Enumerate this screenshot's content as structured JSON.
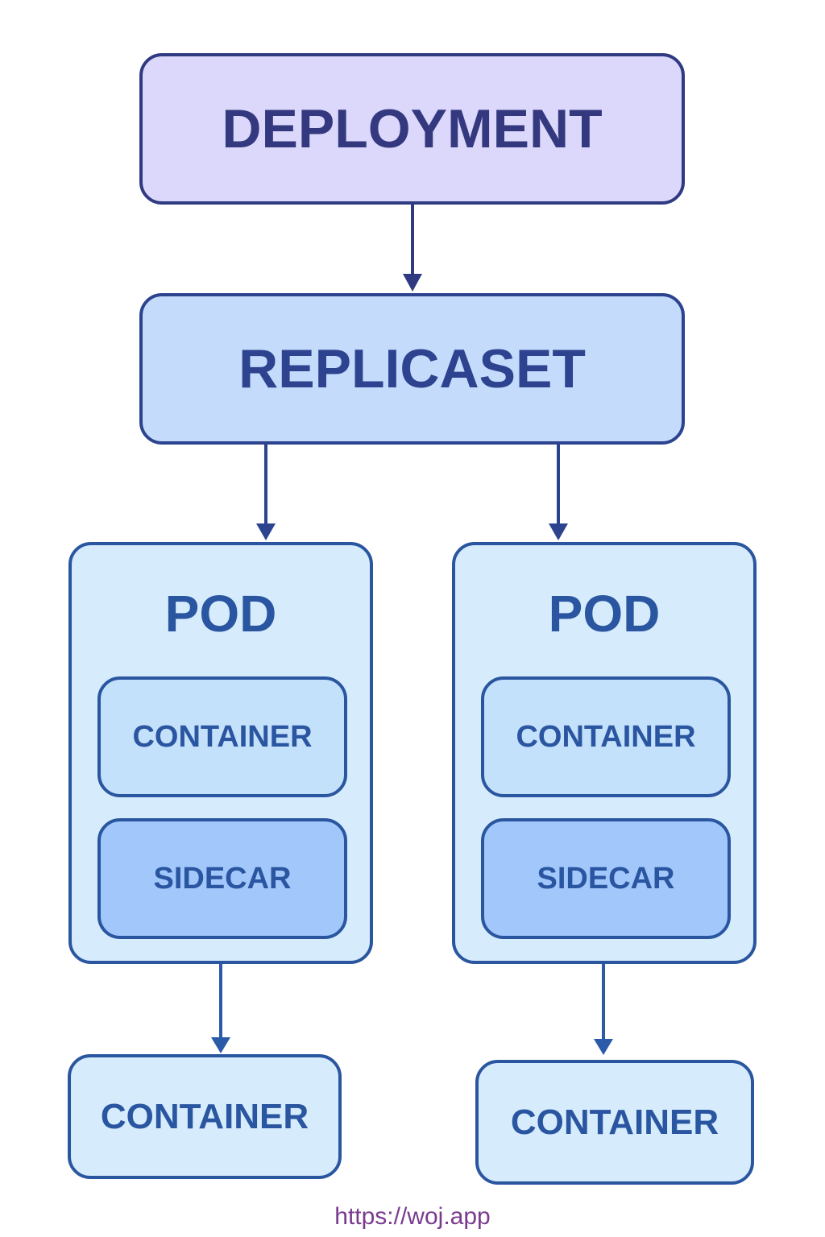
{
  "diagram": {
    "title": "Kubernetes Deployment Hierarchy",
    "nodes": {
      "deployment": {
        "label": "DEPLOYMENT"
      },
      "replicaset": {
        "label": "REPLICASET"
      },
      "pods": [
        {
          "label": "POD",
          "container_label": "CONTAINER",
          "sidecar_label": "SIDECAR",
          "child_container_label": "CONTAINER"
        },
        {
          "label": "POD",
          "container_label": "CONTAINER",
          "sidecar_label": "SIDECAR",
          "child_container_label": "CONTAINER"
        }
      ]
    },
    "edges": [
      {
        "from": "DEPLOYMENT",
        "to": "REPLICASET"
      },
      {
        "from": "REPLICASET",
        "to": "POD (left)"
      },
      {
        "from": "REPLICASET",
        "to": "POD (right)"
      },
      {
        "from": "POD (left)",
        "to": "CONTAINER (left)"
      },
      {
        "from": "POD (right)",
        "to": "CONTAINER (right)"
      }
    ],
    "colors": {
      "deployment_fill": "#dcd8fb",
      "deployment_stroke": "#2f3a80",
      "replicaset_fill": "#c4dbfb",
      "pod_fill": "#d6ecfc",
      "container_fill": "#c4e1fb",
      "sidecar_fill": "#a2c7fb",
      "stroke_blue": "#2a56a0",
      "footer_text": "#7a3b8f"
    }
  },
  "footer": {
    "url": "https://woj.app"
  }
}
